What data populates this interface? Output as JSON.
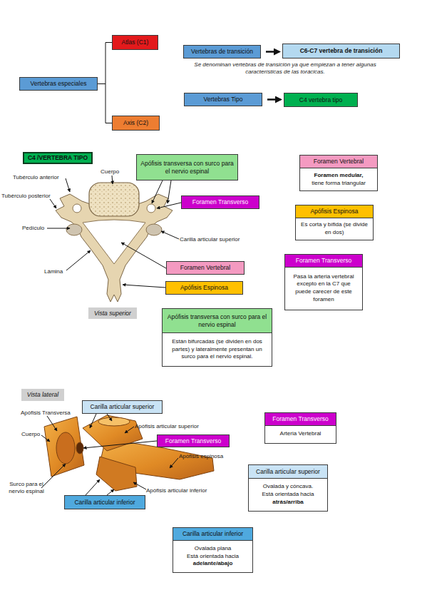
{
  "diagram": {
    "nodes": [
      {
        "text": [
          "Vertebras especiales"
        ]
      },
      {
        "text": [
          "Atlas (C1)"
        ]
      },
      {
        "text": [
          "Axis (C2)"
        ]
      },
      {
        "text": [
          "Vertebras de transición"
        ]
      },
      {
        "text": [
          "C6-C7 vertebra de transición"
        ]
      },
      {
        "text": [
          "Vertebras Tipo"
        ]
      },
      {
        "text": [
          "C4 vertebra tipo"
        ]
      },
      {
        "text": [
          "C4 /VERTEBRA TIPO"
        ]
      },
      {
        "text": [
          "Apófisis transversa con surco para el nervio espinal"
        ]
      },
      {
        "text": [
          "Foramen Vertebral",
          "Foramen medular,",
          "tiene forma triangular"
        ]
      },
      {
        "text": [
          "Foramen Transverso"
        ]
      },
      {
        "text": [
          "Apófisis Espinosa",
          "Es corta y bífida (se divide en dos)"
        ]
      },
      {
        "text": [
          "Foramen Transverso",
          "Pasa la arteria vertebral excepto en la C7 que puede carecer de este foramen"
        ]
      },
      {
        "text": [
          "Foramen Vertebral"
        ]
      },
      {
        "text": [
          "Apófisis Espinosa"
        ]
      },
      {
        "text": [
          "Vista superior"
        ]
      },
      {
        "text": [
          "Apófisis transversa con surco para el nervio espinal",
          "Están bifurcadas (se dividen en dos partes) y lateralmente presentan un surco para el nervio espinal."
        ]
      },
      {
        "text": [
          "Vista lateral"
        ]
      },
      {
        "text": [
          "Carilla articular superior"
        ]
      },
      {
        "text": [
          "Foramen Transverso",
          "Arteria Vertebral"
        ]
      },
      {
        "text": [
          "Foramen Transverso"
        ]
      },
      {
        "text": [
          "Carilla articular superior",
          "Ovalada y cóncava.",
          "Está orientada hacia",
          "atrás/arriba"
        ]
      },
      {
        "text": [
          "Carilla articular inferior"
        ]
      },
      {
        "text": [
          "Carilla articular inferior",
          "Ovalada plana",
          "Está orientada hacia",
          "adelante/abajo"
        ]
      }
    ],
    "edges": [
      {
        "from": 0,
        "to": 1,
        "arrow": "none"
      },
      {
        "from": 0,
        "to": 2,
        "arrow": "none"
      },
      {
        "from": 3,
        "to": 4,
        "arrow": "to"
      },
      {
        "from": 5,
        "to": 6,
        "arrow": "to"
      }
    ],
    "labels": [
      "Se denominan vertebras de transición ya que empiezan a tener algunas características de las torácicas.",
      "Cuerpo",
      "Tubérculo anterior",
      "Tubérculo posterior",
      "Pedículo",
      "Carilla articular superior",
      "Lámina",
      "Apófisis Transversa",
      "Apófisis articular superior",
      "Cuerpo",
      "Apófisis espinosa",
      "Apófisis articular inferior",
      "Surco para el nervio espinal"
    ]
  }
}
